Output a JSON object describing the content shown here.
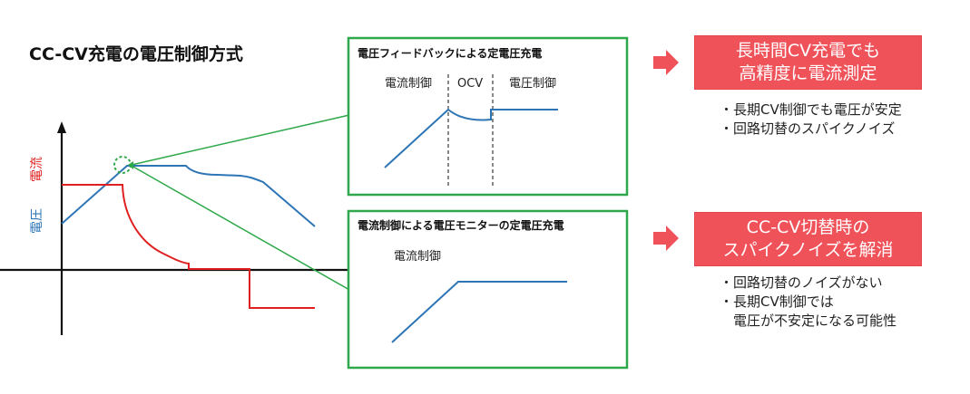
{
  "main_title": "CC-CV充電の電圧制御方式",
  "left_chart": {
    "current_label": "電流",
    "voltage_label": "電圧"
  },
  "panel_top": {
    "title": "電圧フィードバックによる定電圧充電",
    "labels": [
      "電流制御",
      "OCV",
      "電圧制御"
    ]
  },
  "panel_bottom": {
    "title": "電流制御による電圧モニターの定電圧充電",
    "labels": [
      "電流制御"
    ]
  },
  "callout_top": {
    "lines": [
      "長時間CV充電でも",
      "高精度に電流測定"
    ]
  },
  "callout_bottom": {
    "lines": [
      "CC-CV切替時の",
      "スパイクノイズを解消"
    ]
  },
  "bullets_top": [
    "・長期CV制御でも電圧が安定",
    "・回路切替のスパイクノイズ"
  ],
  "bullets_bottom": [
    "・回路切替のノイズがない",
    "・長期CV制御では",
    "　電圧が不安定になる可能性"
  ],
  "colors": {
    "voltage": "#2e75b6",
    "current": "#e02020",
    "panel_border": "#2ea84a",
    "zoom_line": "#2ea84a",
    "callout_bg": "#f0525a",
    "arrow": "#f0525a"
  }
}
